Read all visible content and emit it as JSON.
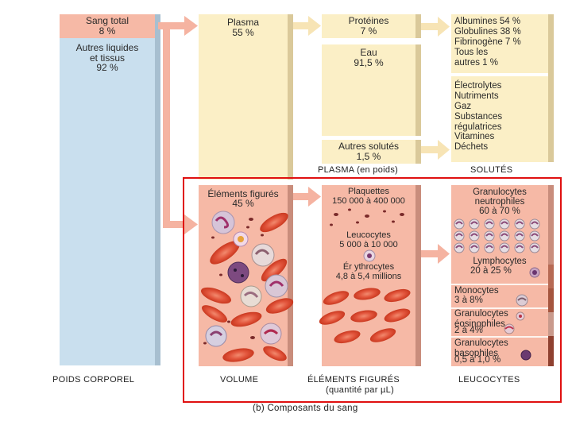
{
  "columns": {
    "poids_corporel": {
      "sang_total": "Sang total",
      "sang_total_pct": "8 %",
      "autres": "Autres liquides\net tissus",
      "autres_pct": "92 %",
      "footer": "POIDS CORPOREL"
    },
    "volume": {
      "plasma": "Plasma",
      "plasma_pct": "55 %",
      "elements": "Éléments figurés",
      "elements_pct": "45  %",
      "footer": "VOLUME"
    },
    "plasma_poids": {
      "proteines": "Protéines",
      "proteines_pct": "7 %",
      "eau": "Eau",
      "eau_pct": "91,5  %",
      "autres_solutes": "Autres solutés",
      "autres_solutes_pct": "1,5 %",
      "footer": "PLASMA (en poids)"
    },
    "elements_figures": {
      "plaquettes": "Plaquettes",
      "plaquettes_qty": "150 000 à 400  000",
      "leucocytes": "Leucocytes",
      "leucocytes_qty": "5 000 à 10  000",
      "erythrocytes": "Ér ythrocytes",
      "erythrocytes_qty": "4,8 à 5,4 millions",
      "footer": "ÉLÉMENTS FIGURÉS",
      "footer2": "(quantité par  µL)"
    },
    "solutes": {
      "proteins": [
        "Albumines 54  %",
        "Globulines 38  %",
        "Fibrinogène  7 %",
        "Tous les",
        "autres  1 %"
      ],
      "others": [
        "Électrolytes",
        "Nutriments",
        "Gaz",
        "Substances",
        "régulatrices",
        "Vitamines",
        "Déchets"
      ],
      "footer": "SOLUTÉS"
    },
    "leucocytes": {
      "neutro": "Granulocytes\nneutrophiles",
      "neutro_pct": "60 à 70  %",
      "lympho": "Lymphocytes",
      "lympho_pct": "20 à 25  %",
      "mono": "Monocytes",
      "mono_pct": "3 à  8%",
      "eosino": "Granulocytes\néosinophiles",
      "eosino_pct": "2 à 4%",
      "baso": "Granulocytes\nbasophiles",
      "baso_pct": "0,5 à 1,0  %",
      "footer": "LEUCOCYTES"
    }
  },
  "caption": "(b) Composants du sang",
  "colors": {
    "beige": "#fbefc6",
    "blue": "#c9dfee",
    "pink": "#f6b9a6",
    "red_frame": "#e01010",
    "rbc": "#d9402b"
  }
}
